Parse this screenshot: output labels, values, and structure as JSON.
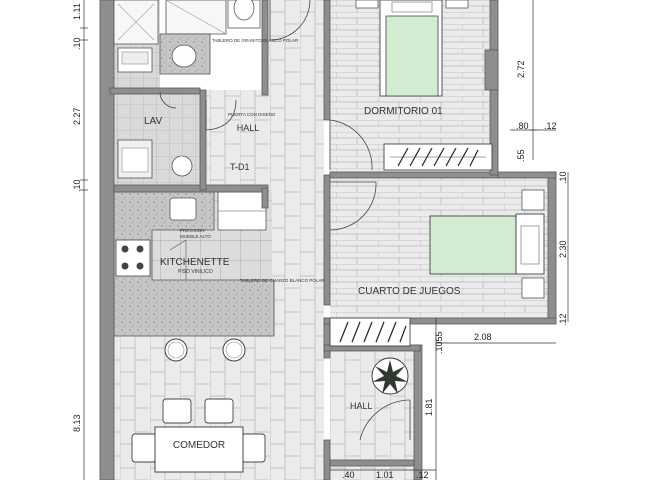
{
  "rooms": {
    "lav": "LAV",
    "hall_top": "HALL",
    "dormitorio": "DORMITORIO 01",
    "kitchenette": "KITCHENETTE",
    "kitchen_floor": "PISO VINILICO",
    "cuarto_juegos": "CUARTO DE JUEGOS",
    "hall_bottom": "HALL",
    "comedor": "COMEDOR"
  },
  "notes": {
    "bath_counter": "TABLERO DE GRANITO BLANCO POLAR",
    "mirror_line1": "PUERTA CON DISEÑO",
    "door_tag": "T-D1",
    "kitchen_note1": "PREVISION",
    "kitchen_note2": "MUEBLE ALTO",
    "kitchen_counter": "TABLERO DE CUARZO BLANCO POLAR"
  },
  "dimensions": {
    "left_top": "1.11",
    "left_a": ".10",
    "left_b": "2.27",
    "left_c": ".10",
    "left_d": "8.13",
    "right_a": "2.72",
    "right_b": ".80",
    "right_c": ".12",
    "right_d": ".55",
    "right_e": ".10",
    "right_f": "2.30",
    "right_g": ".12",
    "mid_a": ".55",
    "mid_b": ".10",
    "mid_c": "2.08",
    "hall_h": "1.81",
    "bottom_a": ".40",
    "bottom_b": "1.01",
    "bottom_c": ".12"
  },
  "colors": {
    "wall": "#8e8e8e",
    "floor_wood": "#ebebeb",
    "floor_tile": "#d6d6d6",
    "granite": "#c4c4c4",
    "bed_green": "#d2ecd2"
  }
}
